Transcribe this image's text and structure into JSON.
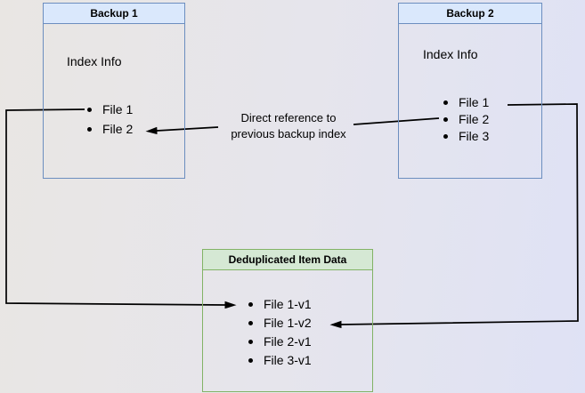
{
  "colors": {
    "blue_fill": "#dae8fc",
    "blue_border": "#6c8ebf",
    "green_fill": "#d5e8d4",
    "green_border": "#82b366",
    "arrow": "#000000",
    "bg_left": "#e9e6e3",
    "bg_right": "#dfe2f5"
  },
  "nodes": {
    "backup1": {
      "title": "Backup 1",
      "subtitle": "Index Info",
      "items": [
        "File 1",
        "File 2"
      ]
    },
    "backup2": {
      "title": "Backup 2",
      "subtitle": "Index Info",
      "items": [
        "File 1",
        "File 2",
        "File 3"
      ]
    },
    "dedup": {
      "title": "Deduplicated Item Data",
      "items": [
        "File 1-v1",
        "File 1-v2",
        "File 2-v1",
        "File 3-v1"
      ]
    }
  },
  "edge_label": {
    "line1": "Direct reference to",
    "line2": "previous backup index"
  }
}
